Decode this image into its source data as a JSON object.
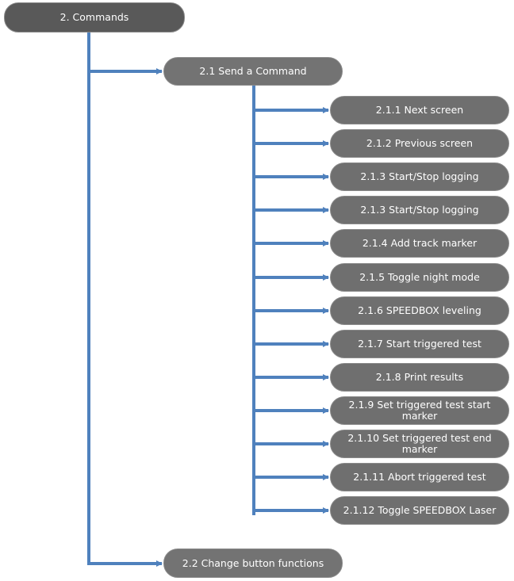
{
  "colors": {
    "node_fill": "#6f6f6f",
    "node_border": "#8a8a8a",
    "node_text": "#ffffff",
    "connector": "#4f81bd"
  },
  "root": {
    "label": "2. Commands"
  },
  "send_command": {
    "label": "2.1 Send a Command",
    "children": [
      "2.1.1 Next screen",
      "2.1.2 Previous screen",
      "2.1.3 Start/Stop logging",
      "2.1.3 Start/Stop logging",
      "2.1.4 Add track marker",
      "2.1.5 Toggle night mode",
      "2.1.6 SPEEDBOX leveling",
      "2.1.7 Start triggered test",
      "2.1.8 Print results",
      "2.1.9 Set triggered test start marker",
      "2.1.10 Set triggered test end marker",
      "2.1.11 Abort triggered test",
      "2.1.12 Toggle SPEEDBOX Laser"
    ]
  },
  "change_buttons": {
    "label": "2.2 Change button functions"
  }
}
